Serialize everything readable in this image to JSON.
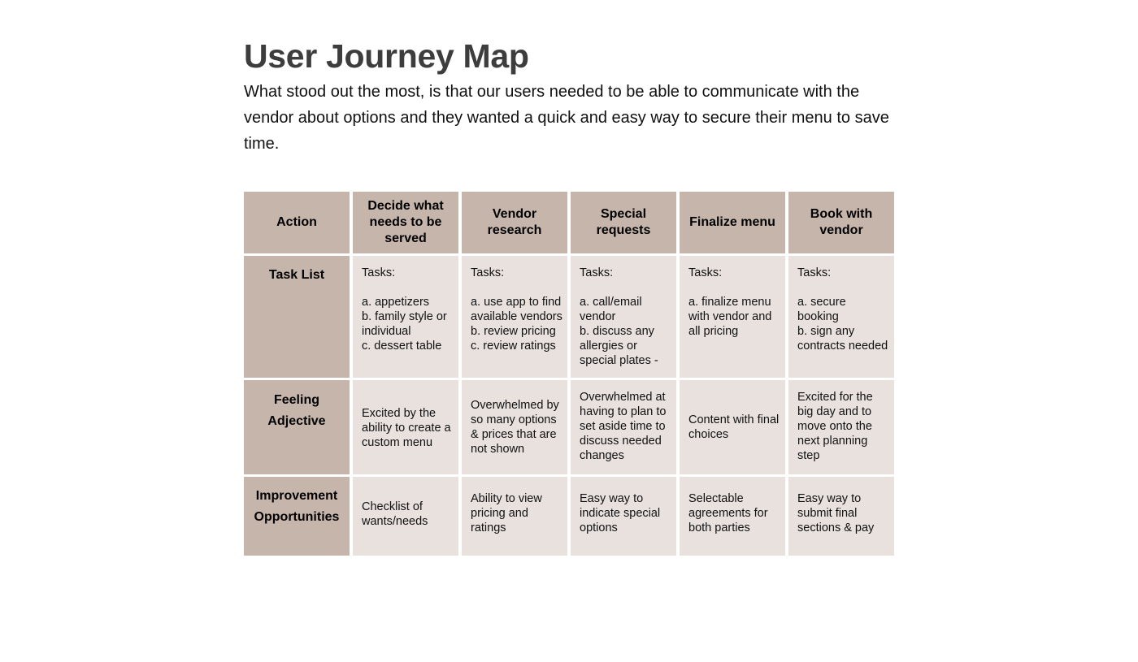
{
  "doc": {
    "title": "User Journey Map",
    "intro": "What stood out the most, is that our users needed to be able to communicate with the vendor about options and they wanted a quick and easy way to secure their menu to save time."
  },
  "table": {
    "corner": "Action",
    "columns": [
      "Decide what needs to be served",
      "Vendor research",
      "Special requests",
      "Finalize menu",
      "Book with vendor"
    ],
    "rows": {
      "task_list": {
        "label": "Task List",
        "tasks_label": "Tasks:",
        "cells": [
          [
            "a. appetizers",
            "b. family style or individual",
            "c. dessert table"
          ],
          [
            "a. use app to find available vendors",
            "b. review pricing",
            "c. review ratings"
          ],
          [
            "a. call/email vendor",
            "b. discuss any allergies or special plates -"
          ],
          [
            "a. finalize menu with vendor and all pricing"
          ],
          [
            "a. secure booking",
            "b. sign any contracts needed"
          ]
        ]
      },
      "feeling": {
        "label": "Feeling Adjective",
        "cells": [
          "Excited by the ability to create a custom menu",
          "Overwhelmed by so many options & prices that are not shown",
          "Overwhelmed at having to plan to set aside time to discuss needed changes",
          "Content with final choices",
          "Excited for the big day and to move onto the next planning step"
        ]
      },
      "improvement": {
        "label": "Improvement Opportunities",
        "cells": [
          "Checklist of wants/needs",
          "Ability to view pricing and ratings",
          "Easy way to indicate special options",
          "Selectable agreements for both parties",
          "Easy way to submit final sections & pay"
        ]
      }
    }
  },
  "colors": {
    "header_bg": "#c6b5ab",
    "cell_bg": "#e8e1de",
    "title_text": "#3d3d3d"
  }
}
